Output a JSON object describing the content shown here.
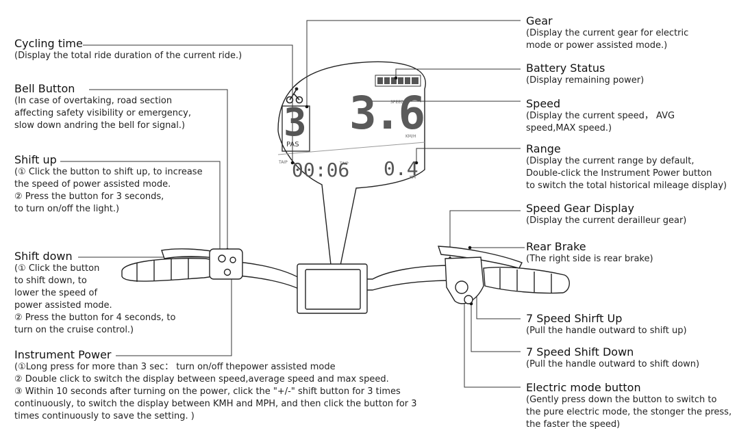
{
  "annotations": {
    "cycling_time": {
      "title": "Cycling time",
      "lines": [
        "(Display the total ride duration of the current ride.)"
      ]
    },
    "bell_button": {
      "title": "Bell Button",
      "lines": [
        "(In case of overtaking, road section",
        "affecting safety visibility or emergency,",
        "slow down andring the bell for signal.)"
      ]
    },
    "shift_up": {
      "title": "Shift up",
      "lines": [
        "(① Click the button to shift up, to increase",
        " the speed of power assisted mode.",
        " ② Press the button for 3 seconds,",
        " to turn on/off the light.)"
      ]
    },
    "shift_down": {
      "title": "Shift down",
      "lines": [
        "(① Click the button",
        "to shift down, to",
        "lower  the speed of",
        "power assisted mode.",
        "② Press the button for 4 seconds, to",
        "turn on the cruise control.)"
      ]
    },
    "instrument_power": {
      "title": "Instrument Power",
      "lines": [
        "(①Long press for more than 3 sec： turn on/off thepower assisted mode",
        " ② Double click to switch the display between speed,average speed and max speed.",
        " ③ Within 10 seconds after turning on the power, click the \"+/-\" shift button for 3 times",
        "continuously, to switch the display between KMH and MPH, and then click the button for 3",
        "times continuously to save the setting. )"
      ]
    },
    "gear": {
      "title": "Gear",
      "lines": [
        "(Display the current gear for electric",
        "mode or power assisted mode.)"
      ]
    },
    "battery_status": {
      "title": "Battery Status",
      "lines": [
        "(Display remaining power)"
      ]
    },
    "speed": {
      "title": "Speed",
      "lines": [
        "(Display the current speed， AVG",
        " speed,MAX speed.)"
      ]
    },
    "range": {
      "title": "Range",
      "lines": [
        "(Display the current range by default,",
        " Double-click the Instrument Power button",
        " to switch the total historical mileage display)"
      ]
    },
    "speed_gear_display": {
      "title": "Speed Gear Display",
      "lines": [
        "(Display the current derailleur gear)"
      ]
    },
    "rear_brake": {
      "title": "Rear Brake",
      "lines": [
        "(The right side is rear brake)"
      ]
    },
    "seven_speed_up": {
      "title": "7 Speed Shirft Up",
      "lines": [
        "(Pull the handle outward to shift up)"
      ]
    },
    "seven_speed_down": {
      "title": "7 Speed Shift Down",
      "lines": [
        "(Pull the handle outward to shift down)"
      ]
    },
    "electric_mode": {
      "title": "Electric mode button",
      "lines": [
        "(Gently press down the button to switch to",
        "the pure electric mode, the stonger the press,",
        "the faster the speed)"
      ]
    }
  },
  "display": {
    "gear_value": "3",
    "pas_label": "PAS",
    "speed_value": "3.6",
    "speed_label": "SPEED",
    "speed_unit": "KM/H",
    "time_value": "00:06",
    "trip_label_left": "TAIP",
    "trip_label_right": "TAIP",
    "range_value": "0.4",
    "range_unit": "KM"
  }
}
